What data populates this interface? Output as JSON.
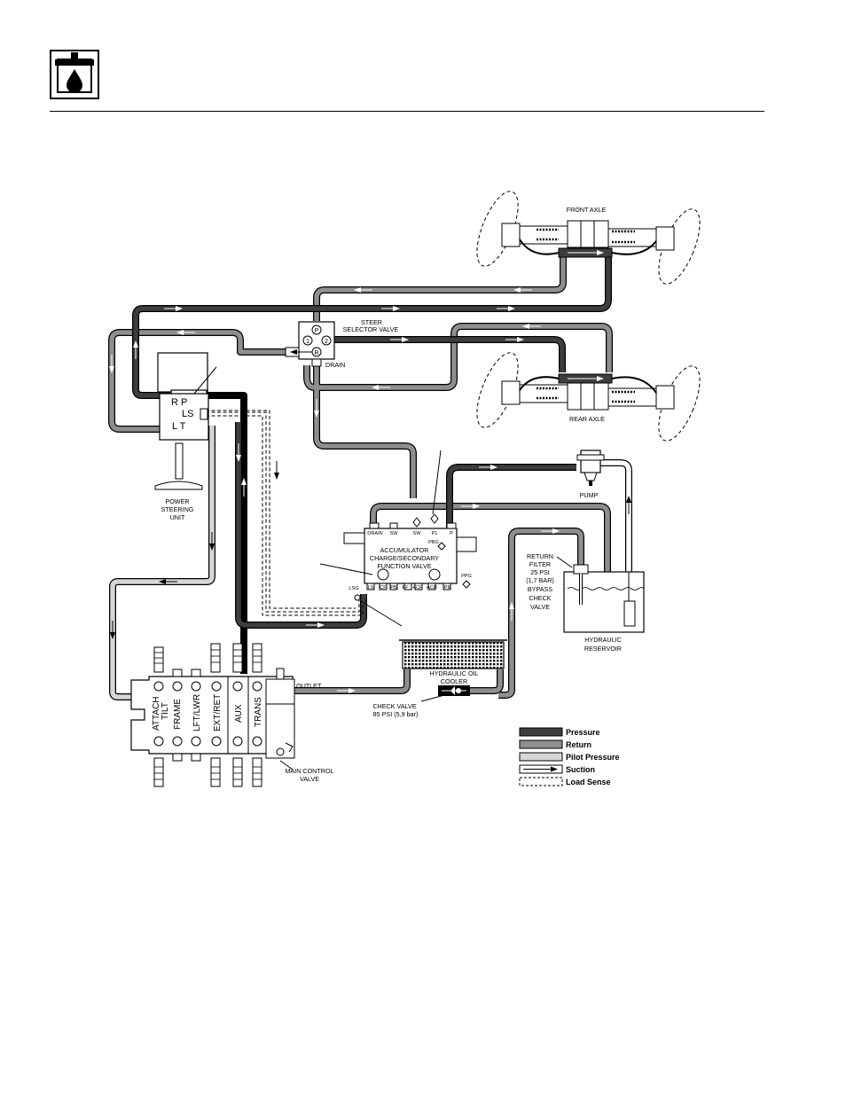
{
  "labels": {
    "front_axle": "FRONT  AXLE",
    "rear_axle": "REAR  AXLE",
    "steer_selector_1": "STEER",
    "steer_selector_2": "SELECTOR VALVE",
    "drain_selector": "DRAIN",
    "psu_1": "POWER",
    "psu_2": "STEERING",
    "psu_3": "UNIT",
    "psu_rp": "R  P",
    "psu_ls": "LS",
    "psu_lt": "L  T",
    "selector_port_p": "P",
    "selector_port_1": "1",
    "selector_port_2": "2",
    "selector_port_r": "R",
    "pump": "PUMP",
    "accum_1": "ACCUMULATOR",
    "accum_2": "CHARGE/SECONDARY",
    "accum_3": "FUNCTION VALVE",
    "accum_port_drain": "DRAIN",
    "accum_port_sw1": "SW",
    "accum_port_sw2": "SW",
    "accum_port_p1": "P1",
    "accum_port_p": "P",
    "accum_port_pbg": "PBG",
    "accum_port_ppg": "PPG",
    "accum_port_lsg": "LSG",
    "accum_bottom": [
      "LS",
      "CF",
      "PB",
      "EF",
      "ACF",
      "ACR",
      "PIL"
    ],
    "return_filter": [
      "RETURN",
      "FILTER",
      "25 PSI",
      "(1,7 BAR)",
      "BYPASS",
      "CHECK",
      "VALVE"
    ],
    "reservoir_1": "HYDRAULIC",
    "reservoir_2": "RESERVOIR",
    "cooler_1": "HYDRAULIC OIL",
    "cooler_2": "COOLER",
    "check_valve_1": "CHECK VALVE",
    "check_valve_2": "85 PSI (5,9 bar)",
    "outlet": "OUTLET",
    "mcv_1": "MAIN CONTROL",
    "mcv_2": "VALVE",
    "mcv_sections": [
      "ATTACH",
      "TILT",
      "FRAME",
      "LFT/LWR",
      "EXT/RET",
      "AUX",
      "TRANS"
    ]
  },
  "legend": [
    {
      "label": "Pressure",
      "style": "pressure"
    },
    {
      "label": "Return",
      "style": "return"
    },
    {
      "label": "Pilot Pressure",
      "style": "pilot"
    },
    {
      "label": "Suction",
      "style": "suction"
    },
    {
      "label": "Load Sense",
      "style": "loadsense"
    }
  ],
  "colors": {
    "pressure": "#3d3d3d",
    "return": "#8e8e8e",
    "pilot": "#d6d6d6",
    "suction": "#ffffff",
    "outline": "#000000"
  }
}
